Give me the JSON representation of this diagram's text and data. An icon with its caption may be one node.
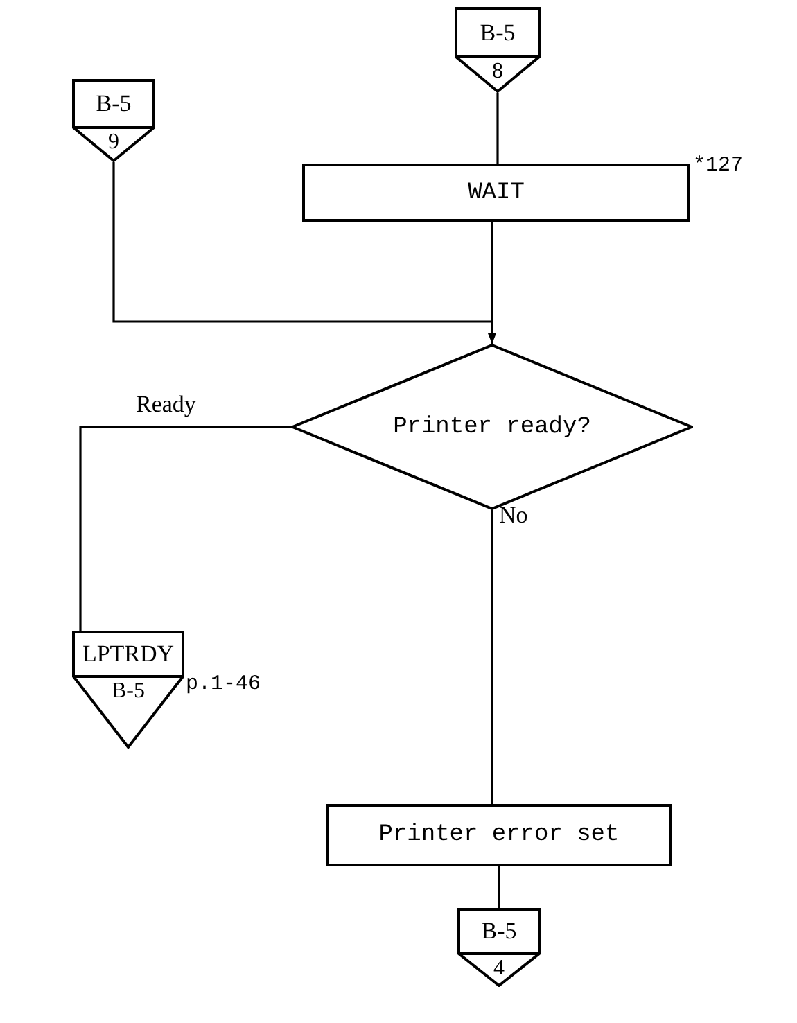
{
  "diagram": {
    "nodes": [
      {
        "text": [
          "B-5",
          "8"
        ]
      },
      {
        "text": [
          "B-5",
          "9"
        ]
      },
      {
        "text": [
          "WAIT"
        ],
        "beside": [
          "*127"
        ]
      },
      {
        "text": [
          "Printer ready?"
        ]
      },
      {
        "text": [
          "LPTRDY",
          "B-5"
        ],
        "beside": [
          "p.1-46"
        ]
      },
      {
        "text": [
          "Printer error set"
        ]
      },
      {
        "text": [
          "B-5",
          "4"
        ]
      }
    ],
    "edges": [
      {
        "from": 0,
        "to": 2,
        "arrow": "none"
      },
      {
        "from": 2,
        "to": 3,
        "arrow": "none"
      },
      {
        "from": 1,
        "to": 3,
        "arrow": "to"
      },
      {
        "from": 3,
        "to": 4,
        "arrow": "none",
        "label": "Ready"
      },
      {
        "from": 3,
        "to": 5,
        "arrow": "none",
        "label": "No"
      },
      {
        "from": 5,
        "to": 6,
        "arrow": "none"
      }
    ]
  }
}
